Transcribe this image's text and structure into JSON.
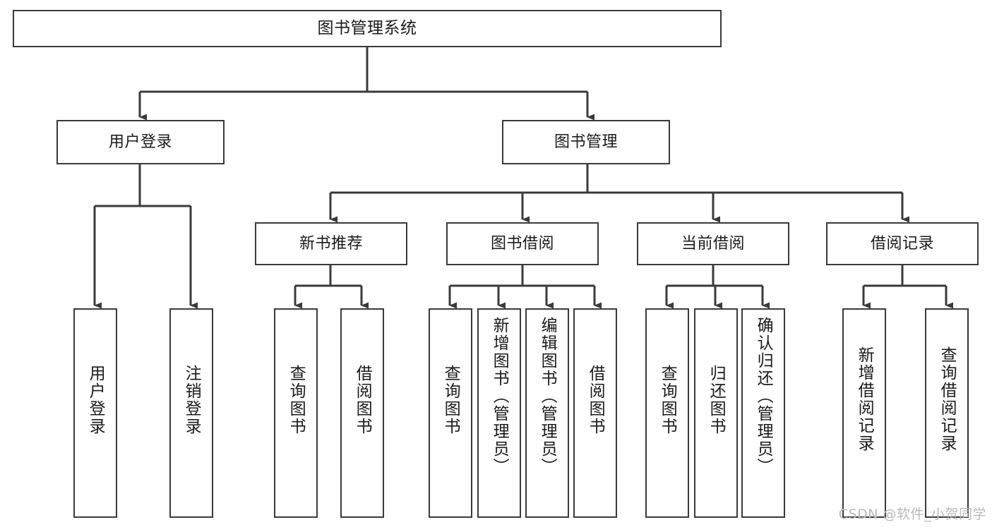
{
  "diagram": {
    "title": "图书管理系统",
    "type": "hierarchy-tree",
    "root": {
      "id": "root",
      "label": "图书管理系统"
    },
    "level2": [
      {
        "id": "user-login",
        "label": "用户登录"
      },
      {
        "id": "book-manage",
        "label": "图书管理"
      }
    ],
    "level3": [
      {
        "id": "new-book-recommend",
        "label": "新书推荐"
      },
      {
        "id": "book-borrow",
        "label": "图书借阅"
      },
      {
        "id": "current-borrow",
        "label": "当前借阅"
      },
      {
        "id": "borrow-record",
        "label": "借阅记录"
      }
    ],
    "leaves": {
      "user_login": [
        {
          "id": "leaf-user-login",
          "label": "用户登录"
        },
        {
          "id": "leaf-logout-login",
          "label": "注销登录"
        }
      ],
      "new_book_recommend": [
        {
          "id": "leaf-query-book-1",
          "label": "查询图书"
        },
        {
          "id": "leaf-borrow-book-1",
          "label": "借阅图书"
        }
      ],
      "book_borrow": [
        {
          "id": "leaf-query-book-2",
          "label": "查询图书"
        },
        {
          "id": "leaf-add-book",
          "label": "新增图书（管理员）"
        },
        {
          "id": "leaf-edit-book",
          "label": "编辑图书（管理员）"
        },
        {
          "id": "leaf-borrow-book-2",
          "label": "借阅图书"
        }
      ],
      "current_borrow": [
        {
          "id": "leaf-query-book-3",
          "label": "查询图书"
        },
        {
          "id": "leaf-return-book",
          "label": "归还图书"
        },
        {
          "id": "leaf-confirm-return",
          "label": "确认归还（管理员）"
        }
      ],
      "borrow_record": [
        {
          "id": "leaf-add-borrow-record",
          "label": "新增借阅记录"
        },
        {
          "id": "leaf-query-borrow-record",
          "label": "查询借阅记录"
        }
      ]
    }
  },
  "watermark": {
    "text": "CSDN @软件_小贺同学"
  },
  "colors": {
    "border": "#3a3a3a",
    "text": "#1a1a1a",
    "background": "#ffffff",
    "watermark": "#b9b9b9"
  }
}
